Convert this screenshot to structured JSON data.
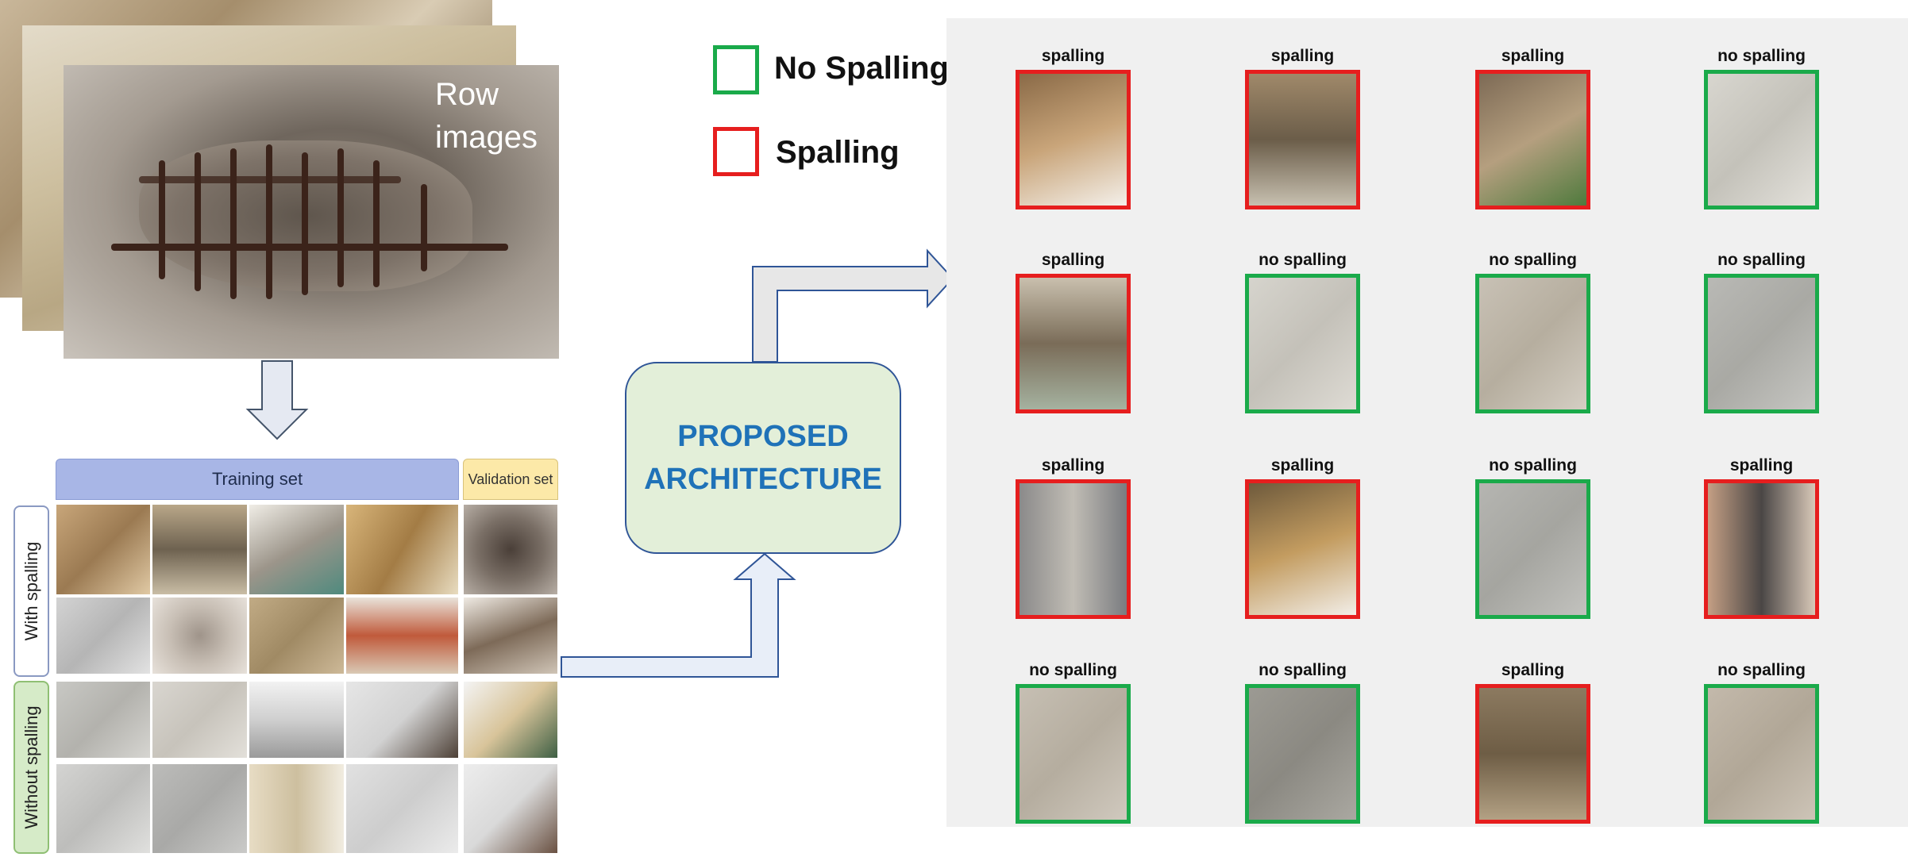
{
  "row_images": {
    "label": "Row\nimages"
  },
  "dataset": {
    "training_header": "Training set",
    "validation_header": "Validation set",
    "with_label": "With spalling",
    "without_label": "Without spalling"
  },
  "architecture": {
    "label": "PROPOSED\nARCHITECTURE"
  },
  "legend": {
    "no_spalling": {
      "label": "No Spalling",
      "color": "#1aaa4a"
    },
    "spalling": {
      "label": "Spalling",
      "color": "#e61e1e"
    }
  },
  "results": [
    {
      "label": "spalling",
      "class": "spalling"
    },
    {
      "label": "spalling",
      "class": "spalling"
    },
    {
      "label": "spalling",
      "class": "spalling"
    },
    {
      "label": "no spalling",
      "class": "no_spalling"
    },
    {
      "label": "spalling",
      "class": "spalling"
    },
    {
      "label": "no spalling",
      "class": "no_spalling"
    },
    {
      "label": "no spalling",
      "class": "no_spalling"
    },
    {
      "label": "no spalling",
      "class": "no_spalling"
    },
    {
      "label": "spalling",
      "class": "spalling"
    },
    {
      "label": "spalling",
      "class": "spalling"
    },
    {
      "label": "no spalling",
      "class": "no_spalling"
    },
    {
      "label": "spalling",
      "class": "spalling"
    },
    {
      "label": "no spalling",
      "class": "no_spalling"
    },
    {
      "label": "no spalling",
      "class": "no_spalling"
    },
    {
      "label": "spalling",
      "class": "spalling"
    },
    {
      "label": "no spalling",
      "class": "no_spalling"
    }
  ]
}
